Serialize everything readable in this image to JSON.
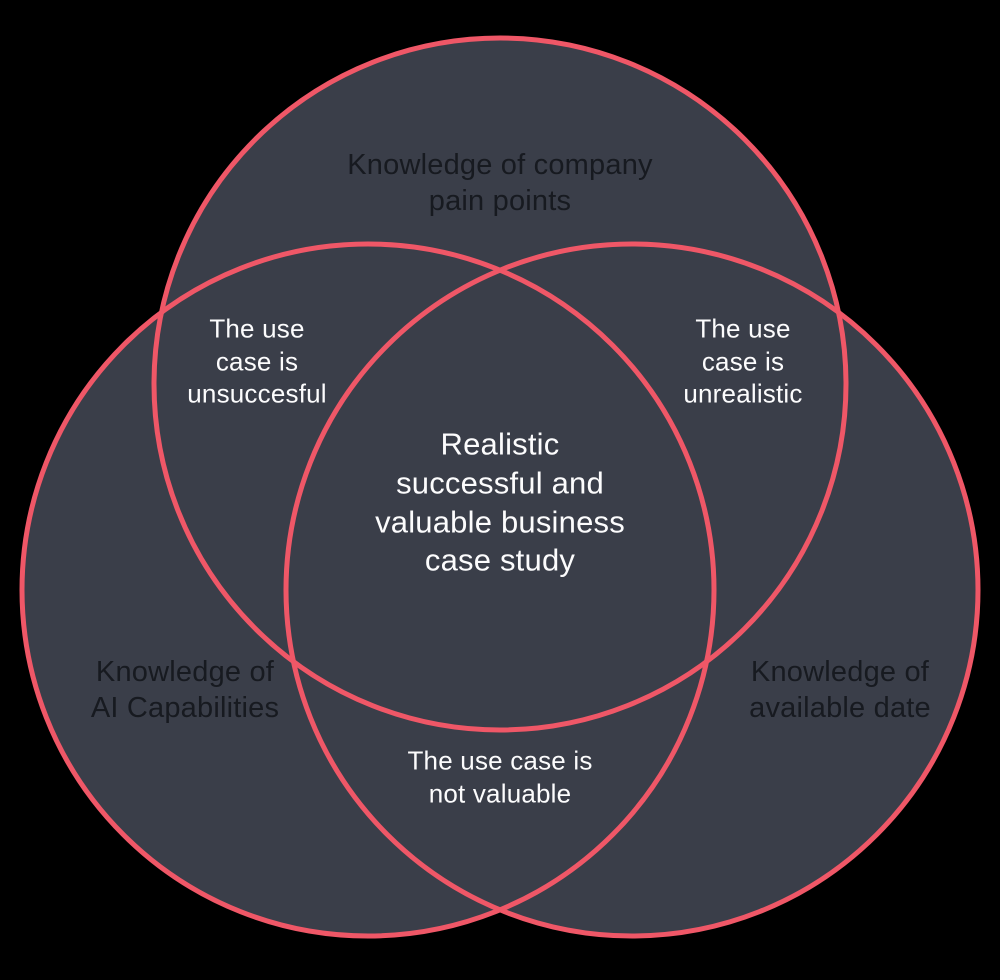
{
  "colors": {
    "background": "#000000",
    "circle_fill": "#3a3e49",
    "circle_stroke": "#ef5767",
    "dark_text": "#171a20",
    "light_text": "#fcfcfd"
  },
  "diagram": {
    "type": "venn",
    "title": "Realistic successful and valuable business case study",
    "circles": [
      {
        "id": "company-pain-points",
        "label": "Knowledge of company\npain points"
      },
      {
        "id": "ai-capabilities",
        "label": "Knowledge of\nAI Capabilities"
      },
      {
        "id": "available-data",
        "label": "Knowledge of\navailable date"
      }
    ],
    "intersections": [
      {
        "id": "pain-points-ai",
        "label": "The use\ncase is\nunsuccesful"
      },
      {
        "id": "pain-points-data",
        "label": "The use\ncase is\nunrealistic"
      },
      {
        "id": "ai-data",
        "label": "The use case is\nnot valuable"
      },
      {
        "id": "center",
        "label": "Realistic\nsuccessful and\nvaluable business\ncase study"
      }
    ]
  }
}
